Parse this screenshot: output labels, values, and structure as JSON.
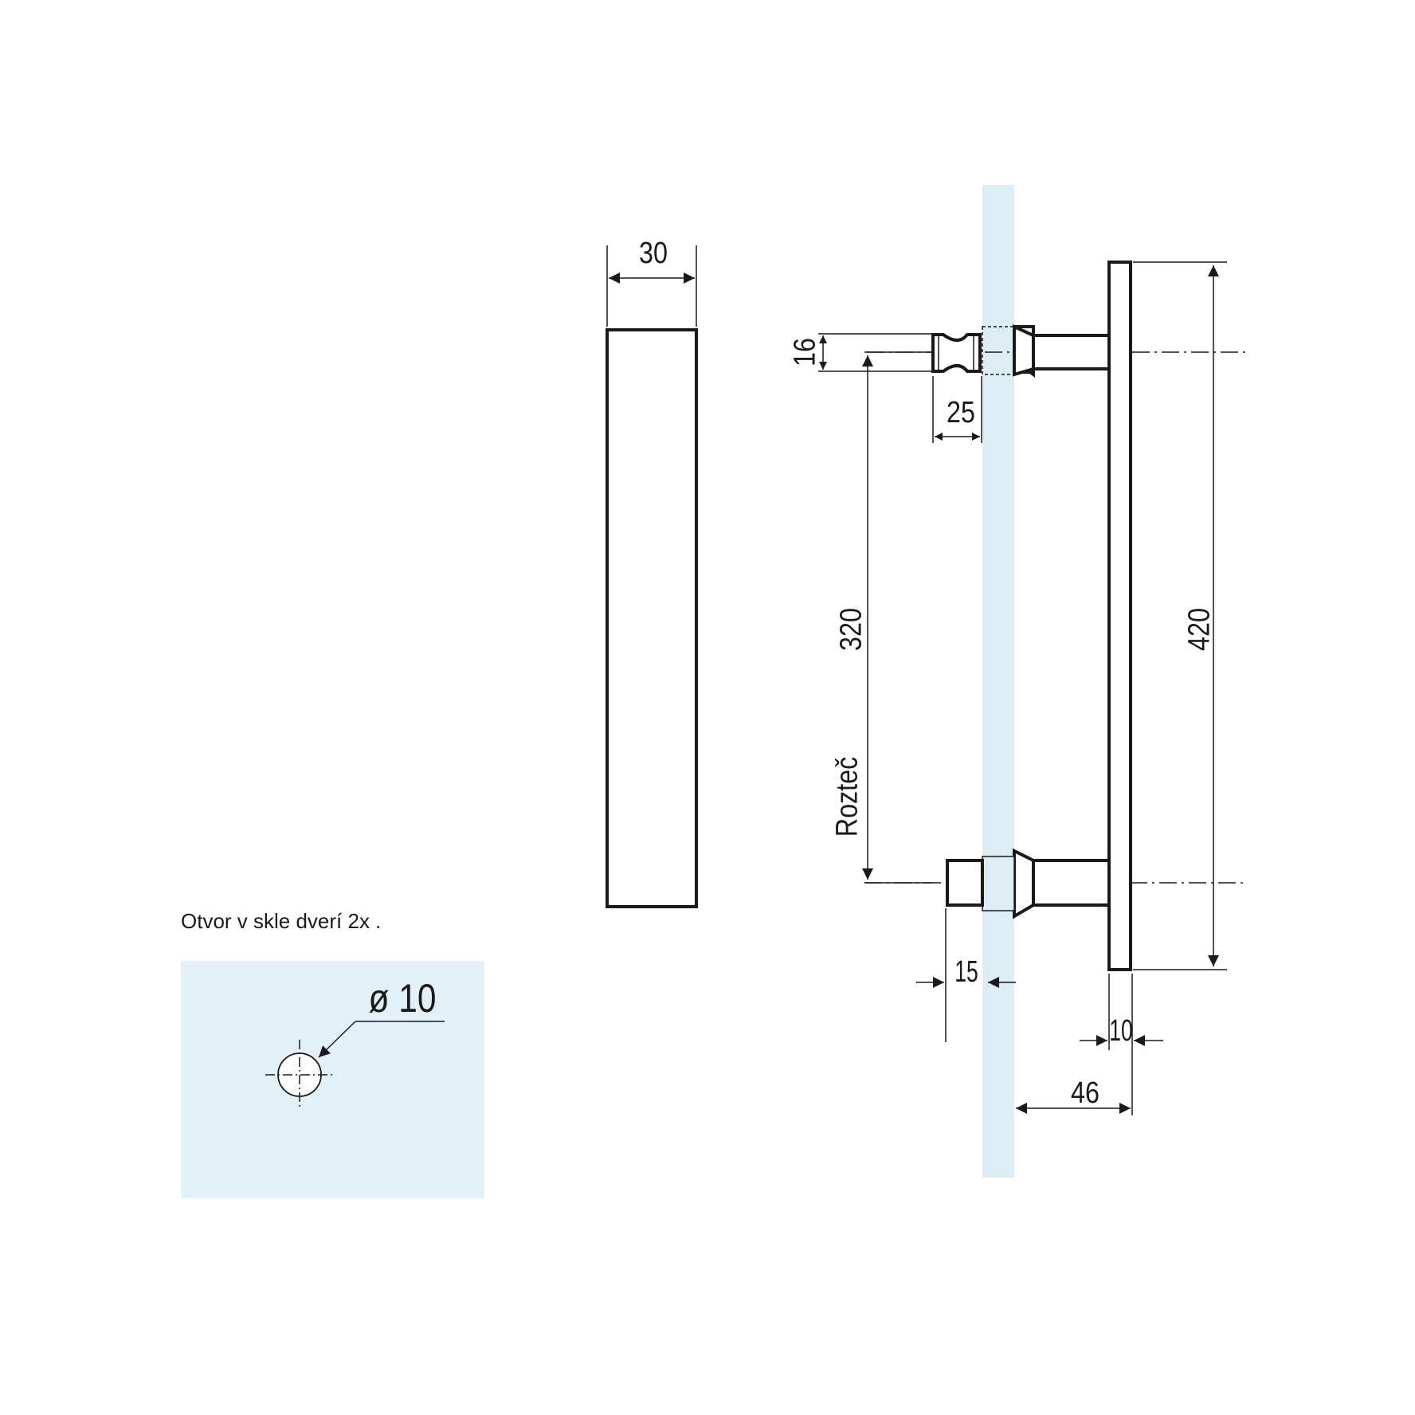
{
  "dimensions": {
    "rod_width": "30",
    "standoff_diameter": "16",
    "standoff_length": "25",
    "pitch": "320",
    "pitch_label": "Rozteč",
    "handle_length": "420",
    "glass_clearance": "15",
    "grip_thickness": "10",
    "grip_offset": "46"
  },
  "hole_detail": {
    "caption": "Otvor v skle dverí 2x .",
    "diameter_label": "ø 10"
  },
  "colors": {
    "glass": "#dcedf5",
    "hole_panel": "#e2f0f7",
    "line": "#1a1a1a"
  }
}
